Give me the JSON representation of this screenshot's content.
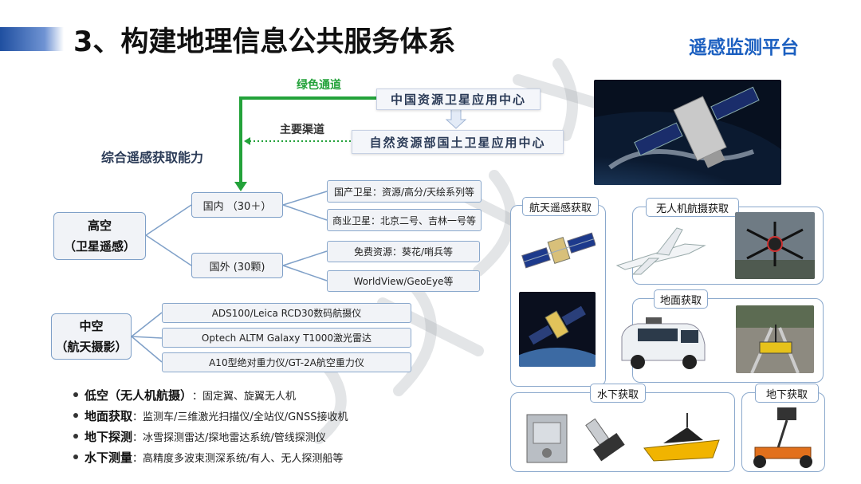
{
  "header": {
    "title": "3、构建地理信息公共服务体系",
    "platform": "遥感监测平台"
  },
  "sources": {
    "center_top": "中国资源卫星应用中心",
    "center_bottom": "自然资源部国土卫星应用中心",
    "green_channel": "绿色通道",
    "main_channel": "主要渠道",
    "capability": "综合遥感获取能力"
  },
  "tree": {
    "high_altitude": {
      "line1": "高空",
      "line2": "（卫星遥感）"
    },
    "domestic": "国内 （30＋）",
    "foreign": "国外 (30颗)",
    "domestic_items": [
      "国产卫星：资源/高分/天绘系列等",
      "商业卫星：北京二号、吉林一号等"
    ],
    "foreign_items": [
      "免费资源：葵花/哨兵等",
      "WorldView/GeoEye等"
    ],
    "mid_altitude": {
      "line1": "中空",
      "line2": "（航天摄影）"
    },
    "mid_items": [
      "ADS100/Leica RCD30数码航摄仪",
      "Optech ALTM Galaxy T1000激光雷达",
      "A10型绝对重力仪/GT-2A航空重力仪"
    ]
  },
  "bullets": [
    {
      "label": "低空（无人机航摄）",
      "desc": "：固定翼、旋翼无人机"
    },
    {
      "label": "地面获取",
      "desc": "：监测车/三维激光扫描仪/全站仪/GNSS接收机"
    },
    {
      "label": "地下探测",
      "desc": "：冰雪探测雷达/探地雷达系统/管线探测仪"
    },
    {
      "label": "水下测量",
      "desc": "：高精度多波束测深系统/有人、无人探测船等"
    }
  ],
  "panels": {
    "space": "航天遥感获取",
    "uav": "无人机航摄获取",
    "ground": "地面获取",
    "underwater": "水下获取",
    "underground": "地下获取"
  },
  "colors": {
    "accent_blue": "#1b5fc0",
    "green_channel": "#23a23a",
    "box_border": "#7fa0c8"
  }
}
